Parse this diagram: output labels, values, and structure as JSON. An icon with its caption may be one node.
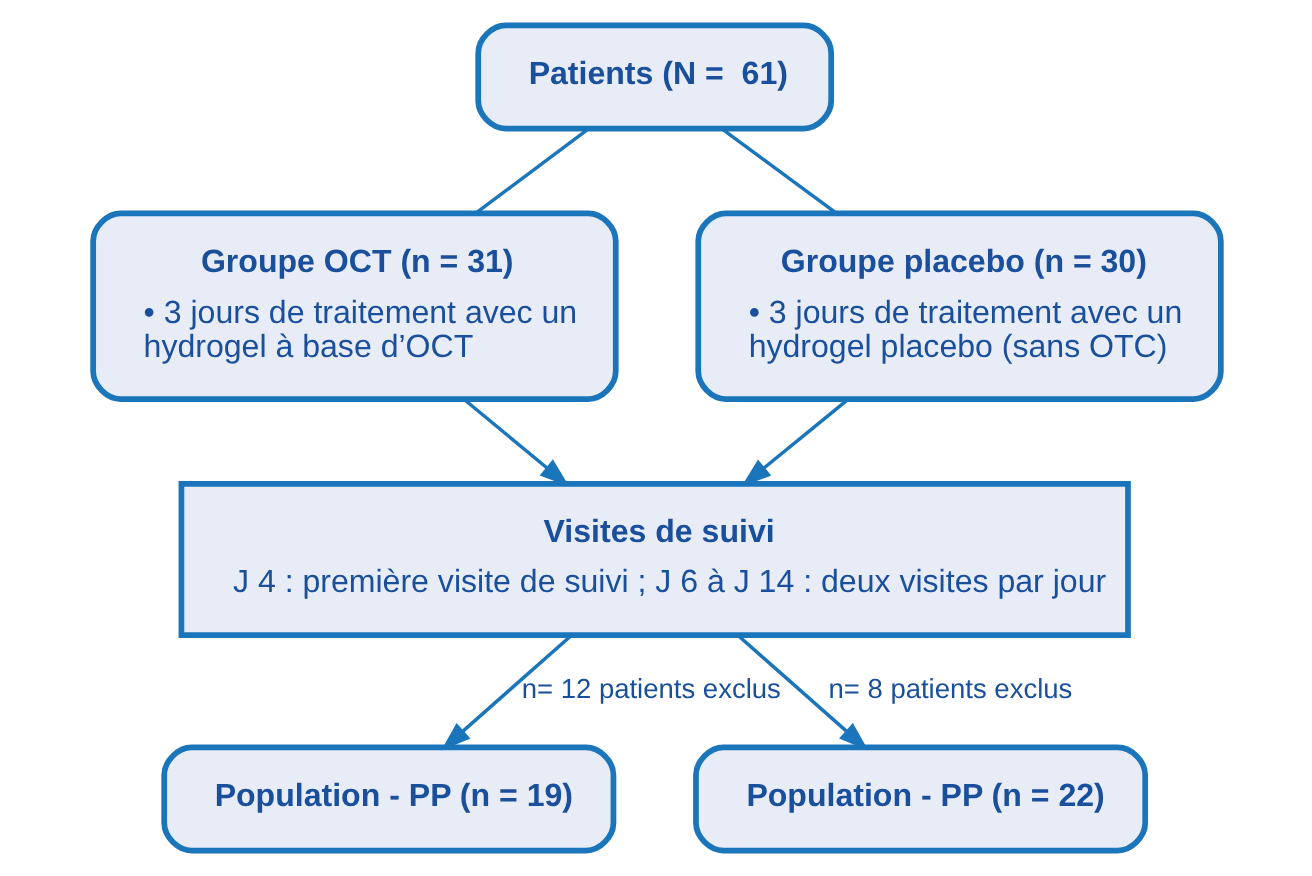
{
  "diagram": {
    "nodes": [
      {
        "text": [
          "Patients (N =  61)"
        ]
      },
      {
        "text": [
          "Groupe OCT (n = 31)",
          "• 3 jours de traitement avec un hydrogel à base d’OCT"
        ]
      },
      {
        "text": [
          "Groupe placebo (n = 30)",
          "• 3 jours de traitement avec un hydrogel placebo (sans OTC)"
        ]
      },
      {
        "text": [
          "Visites de suivi",
          "J 4 : première visite de suivi ; J 6 à J 14 : deux visites par jour"
        ]
      },
      {
        "text": [
          "Population - PP (n = 19)"
        ]
      },
      {
        "text": [
          "Population - PP (n = 22)"
        ]
      }
    ],
    "edges": [
      {
        "from": 0,
        "to": 1,
        "arrow": "none"
      },
      {
        "from": 0,
        "to": 2,
        "arrow": "none"
      },
      {
        "from": 1,
        "to": 3,
        "arrow": "to"
      },
      {
        "from": 2,
        "to": 3,
        "arrow": "to"
      },
      {
        "from": 3,
        "to": 4,
        "arrow": "to",
        "label": "n= 12 patients exclus"
      },
      {
        "from": 3,
        "to": 5,
        "arrow": "to",
        "label": "n= 8 patients exclus"
      }
    ]
  }
}
